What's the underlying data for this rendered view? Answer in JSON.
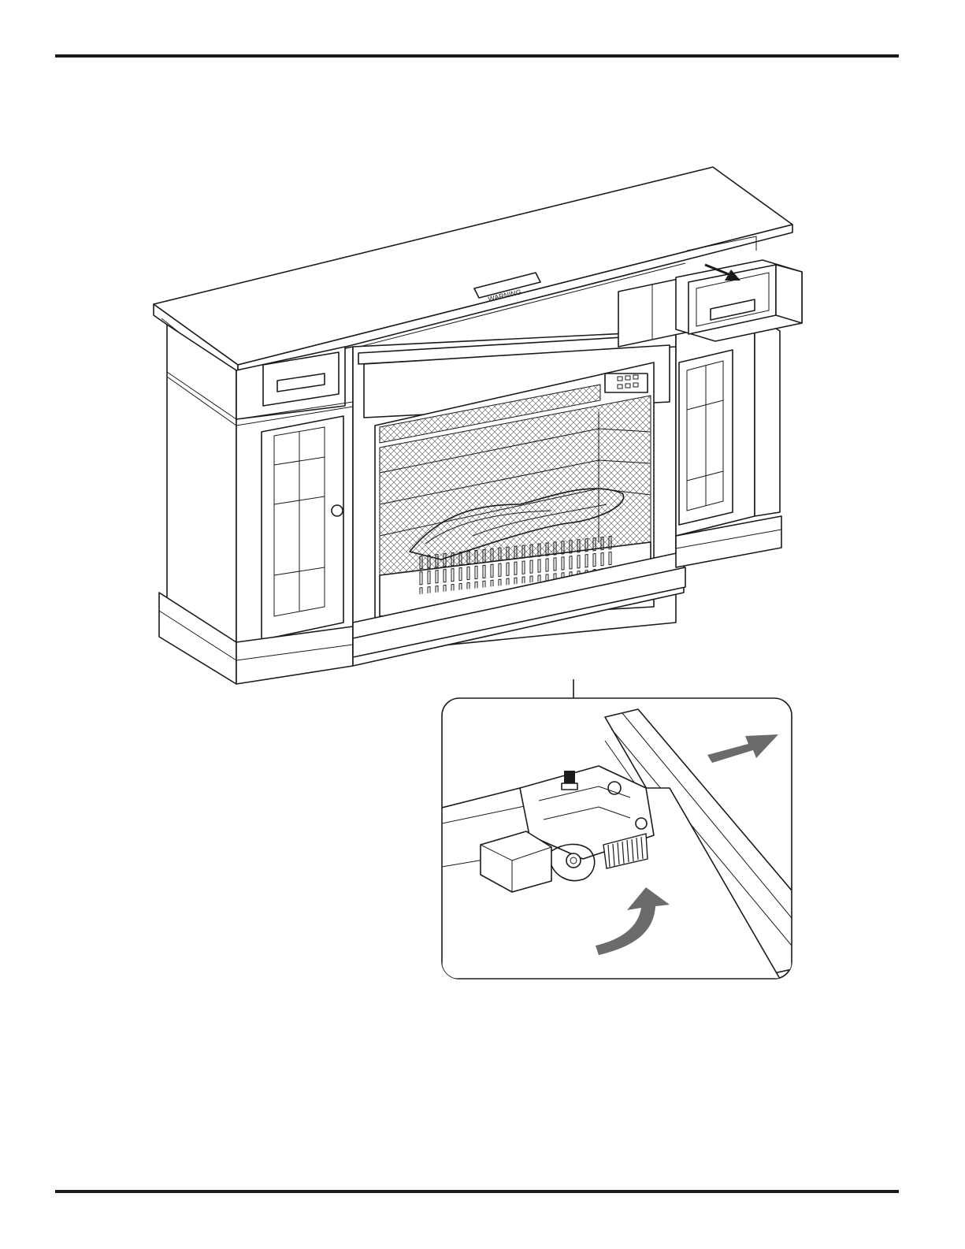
{
  "page": {
    "header_rule": true,
    "footer_rule": true
  },
  "illustration": {
    "warning_label": "WARNING",
    "icons": [
      "fireplace-mantel-illustration",
      "drawer-pull-arrow-icon",
      "drawer-slide-detail-illustration",
      "push-arrow-icon",
      "rotate-arrow-icon"
    ],
    "colors": {
      "line": "#1a1a1a",
      "arrow_fill": "#6b6b6b",
      "mesh": "#555555"
    }
  }
}
